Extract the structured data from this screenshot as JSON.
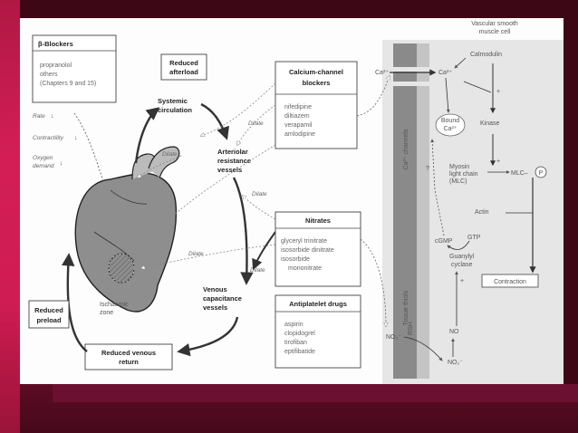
{
  "boxes": {
    "beta_blockers": {
      "title": "β-Blockers",
      "items": [
        "propranolol",
        "others",
        "(Chapters 9 and 15)"
      ]
    },
    "reduced_afterload": [
      "Reduced",
      "afterload"
    ],
    "calcium_channel_blockers": {
      "title": [
        "Calcium-channel",
        "blockers"
      ],
      "items": [
        "nifedipine",
        "diltiazem",
        "verapamil",
        "amlodipine"
      ]
    },
    "nitrates": {
      "title": "Nitrates",
      "items": [
        "glyceryl trinitrate",
        "isosorbide dinitrate",
        "isosorbide",
        "mononitrate"
      ]
    },
    "antiplatelet_drugs": {
      "title": "Antiplatelet drugs",
      "items": [
        "aspirin",
        "clopidogrel",
        "tirofiban",
        "eptifibatide"
      ]
    },
    "reduced_preload": [
      "Reduced",
      "preload"
    ],
    "reduced_venous_return": [
      "Reduced venous",
      "return"
    ],
    "contraction": "Contraction"
  },
  "labels": {
    "systemic_circulation": [
      "Systemic",
      "circulation"
    ],
    "arteriolar_resistance_vessels": [
      "Arteriolar",
      "resistance",
      "vessels"
    ],
    "venous_capacitance_vessels": [
      "Venous",
      "capacitance",
      "vessels"
    ],
    "ischaemic_zone": [
      "Ischaemic",
      "zone"
    ],
    "rate": "Rate",
    "contractility": "Contractility",
    "oxygen_demand": [
      "Oxygen",
      "demand"
    ],
    "dilate": "Dilate",
    "vascular_smooth_muscle_cell": [
      "Vascular smooth",
      "muscle cell"
    ],
    "ca_channels": "Ca²⁺ channels",
    "tissue_thiols": "Tissue thiols",
    "ca2": "Ca²⁺",
    "calmodulin": "Calmodulin",
    "bound_ca": [
      "Bound",
      "Ca²⁺"
    ],
    "kinase": "Kinase",
    "myosin_light_chain": [
      "Myosin",
      "light chain",
      "(MLC)"
    ],
    "mlc": "MLC–",
    "p": "P",
    "actin": "Actin",
    "cgmp": "cGMP",
    "gtp": "GTP",
    "guanylyl_cyclase": [
      "Guanylyl",
      "cyclase"
    ],
    "no": "NO",
    "no3": "NO₃⁻",
    "no2": "NO₂⁻",
    "rsh": "RSH",
    "plus": "+",
    "question": "?"
  },
  "colors": {
    "background": "#3e0716",
    "accent": "#d21e55",
    "ink": "#333333",
    "heart_fill": "#8e8e8e",
    "membrane": "#8a8a8a"
  }
}
